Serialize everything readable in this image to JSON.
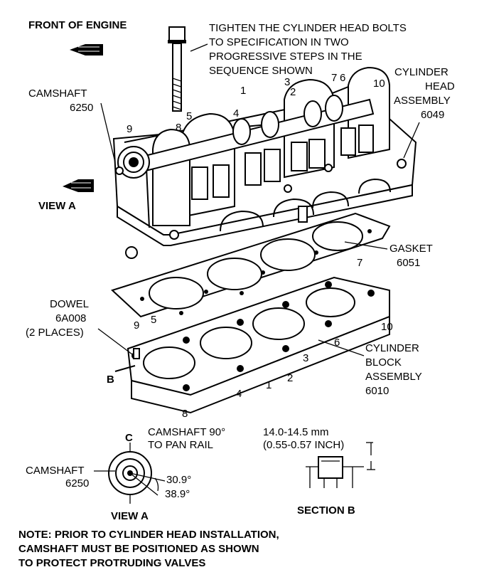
{
  "header": {
    "front_of_engine": "FRONT OF ENGINE",
    "instruction_lines": [
      "TIGHTEN THE CYLINDER HEAD BOLTS",
      "TO SPECIFICATION IN TWO",
      "PROGRESSIVE STEPS IN THE",
      "SEQUENCE SHOWN"
    ]
  },
  "labels": {
    "camshaft": "CAMSHAFT",
    "camshaft_part": "6250",
    "cylinder_head": [
      "CYLINDER",
      "HEAD",
      "ASSEMBLY",
      "6049"
    ],
    "view_a_arrow": "VIEW A",
    "gasket": "GASKET",
    "gasket_part": "6051",
    "dowel": [
      "DOWEL",
      "6A008",
      "(2 PLACES)"
    ],
    "cylinder_block": [
      "CYLINDER",
      "BLOCK",
      "ASSEMBLY",
      "6010"
    ],
    "section_marker": "B"
  },
  "head_bolt_numbers": [
    "1",
    "2",
    "3",
    "4",
    "5",
    "6",
    "7",
    "8",
    "9",
    "10"
  ],
  "block_bolt_numbers": [
    "1",
    "2",
    "3",
    "4",
    "5",
    "6",
    "7",
    "8",
    "9",
    "10"
  ],
  "view_a": {
    "note": [
      "CAMSHAFT 90°",
      "TO PAN RAIL"
    ],
    "center_mark": "C",
    "camshaft": "CAMSHAFT",
    "camshaft_part": "6250",
    "angle1": "30.9°",
    "angle2": "38.9°",
    "title": "VIEW A"
  },
  "section_b": {
    "dimension_mm": "14.0-14.5 mm",
    "dimension_in": "(0.55-0.57 INCH)",
    "title": "SECTION B"
  },
  "note": [
    "NOTE:  PRIOR TO CYLINDER HEAD INSTALLATION,",
    "CAMSHAFT  MUST BE POSITIONED AS SHOWN",
    "TO PROTECT PROTRUDING VALVES"
  ]
}
